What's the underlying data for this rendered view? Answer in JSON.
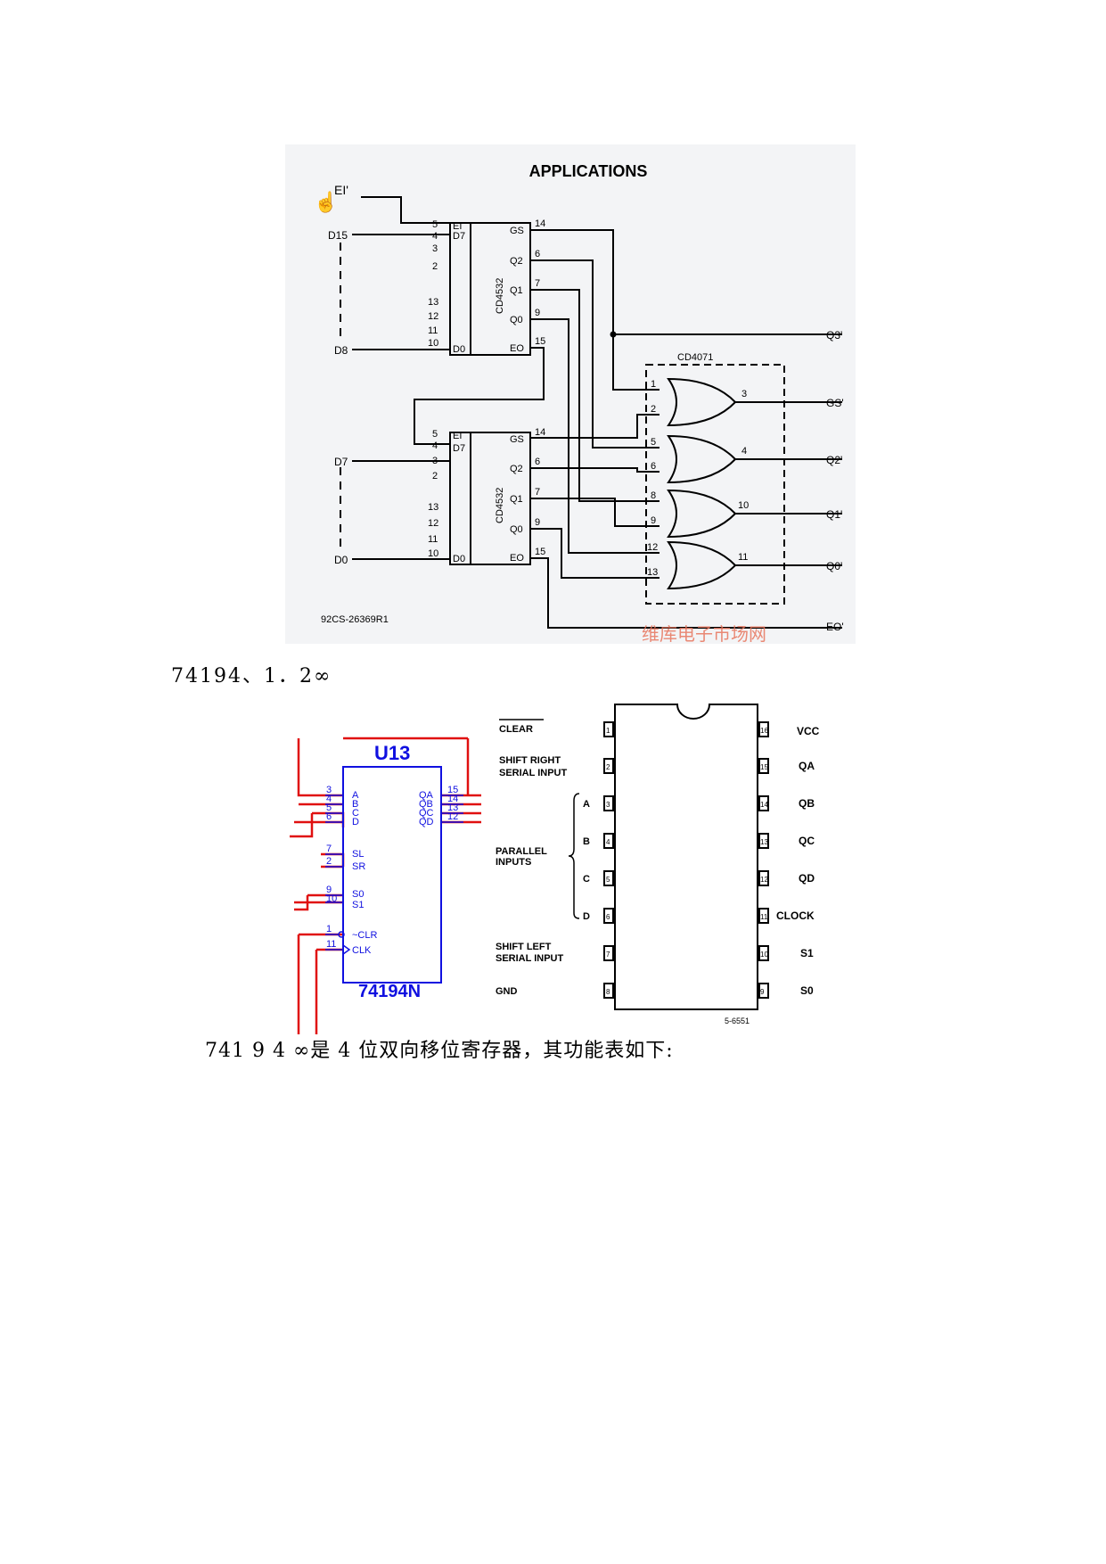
{
  "figure1": {
    "title": "APPLICATIONS",
    "input_ei": "EI'",
    "inputs_top": [
      "D15",
      "D8"
    ],
    "inputs_bottom": [
      "D7",
      "D0"
    ],
    "chip_label": "CD4532",
    "left_pins": [
      "5",
      "4",
      "3",
      "2",
      "13",
      "12",
      "11",
      "10"
    ],
    "left_pin_names": [
      "EI",
      "D7",
      "D0"
    ],
    "right_pins": [
      "14",
      "6",
      "7",
      "9",
      "15"
    ],
    "right_pin_names": [
      "GS",
      "Q2",
      "Q1",
      "Q0",
      "EO"
    ],
    "or_block_label": "CD4071",
    "or_in_pins": [
      "1",
      "2",
      "5",
      "6",
      "8",
      "9",
      "12",
      "13"
    ],
    "or_out_pins": [
      "3",
      "4",
      "10",
      "11"
    ],
    "outputs": [
      "Q3'",
      "GS'",
      "Q2'",
      "Q1'",
      "Q0'",
      "EO'"
    ],
    "code": "92CS-26369R1",
    "watermark": "维库电子市场网"
  },
  "caption1": "74194、1．2∞",
  "figure2": {
    "u13": {
      "name": "U13",
      "part": "74194N",
      "left_pins": [
        {
          "num": "3",
          "name": "A"
        },
        {
          "num": "4",
          "name": "B"
        },
        {
          "num": "5",
          "name": "C"
        },
        {
          "num": "6",
          "name": "D"
        },
        {
          "num": "7",
          "name": "SL"
        },
        {
          "num": "2",
          "name": "SR"
        },
        {
          "num": "9",
          "name": "S0"
        },
        {
          "num": "10",
          "name": "S1"
        },
        {
          "num": "1",
          "name": "~CLR"
        },
        {
          "num": "11",
          "name": "CLK"
        }
      ],
      "right_pins": [
        {
          "num": "15",
          "name": "QA"
        },
        {
          "num": "14",
          "name": "QB"
        },
        {
          "num": "13",
          "name": "QC"
        },
        {
          "num": "12",
          "name": "QD"
        }
      ]
    },
    "dip": {
      "left_labels": [
        "CLEAR",
        "SHIFT RIGHT",
        "SERIAL INPUT",
        "A",
        "B",
        "PARALLEL",
        "INPUTS",
        "C",
        "D",
        "SHIFT LEFT",
        "SERIAL INPUT",
        "GND"
      ],
      "left_pins": [
        "1",
        "2",
        "3",
        "4",
        "5",
        "6",
        "7",
        "8"
      ],
      "right_pins": [
        "16",
        "15",
        "14",
        "13",
        "12",
        "11",
        "10",
        "9"
      ],
      "right_labels": [
        "VCC",
        "QA",
        "QB",
        "QC",
        "QD",
        "CLOCK",
        "S1",
        "S0"
      ],
      "code": "5-6551"
    }
  },
  "caption2": "741 9 4 ∞是 4 位双向移位寄存器，其功能表如下:"
}
